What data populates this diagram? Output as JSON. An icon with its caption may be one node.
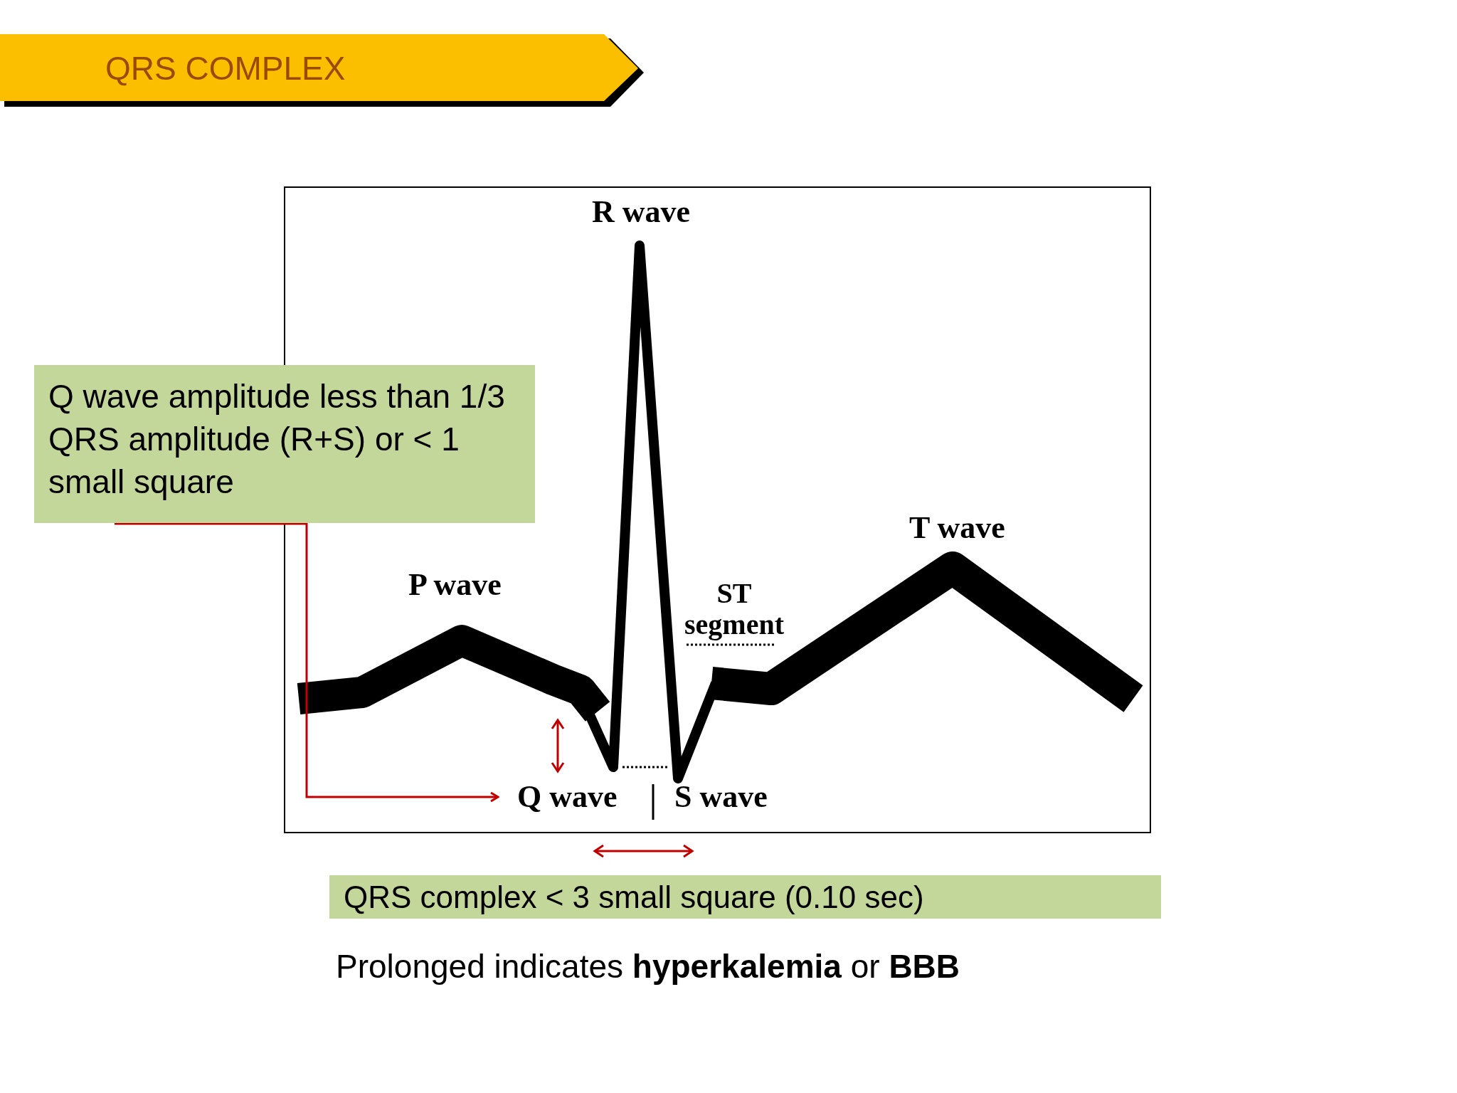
{
  "diagram": {
    "title": "QRS COMPLEX",
    "nodes": [
      {
        "text": [
          "Q wave amplitude less than 1/3 QRS amplitude (R+S) or < 1 small square"
        ]
      },
      {
        "text": [
          "Q wave"
        ]
      },
      {
        "text": [
          "QRS complex < 3 small square (0.10 sec)"
        ]
      }
    ],
    "edges": [
      {
        "from": 0,
        "to": 1,
        "arrow": "to",
        "color": "#c00000"
      }
    ],
    "labels": [
      "R wave",
      "P wave",
      "ST segment",
      "T wave",
      "S wave",
      "Prolonged indicates **hyperkalemia** or **BBB**"
    ]
  }
}
